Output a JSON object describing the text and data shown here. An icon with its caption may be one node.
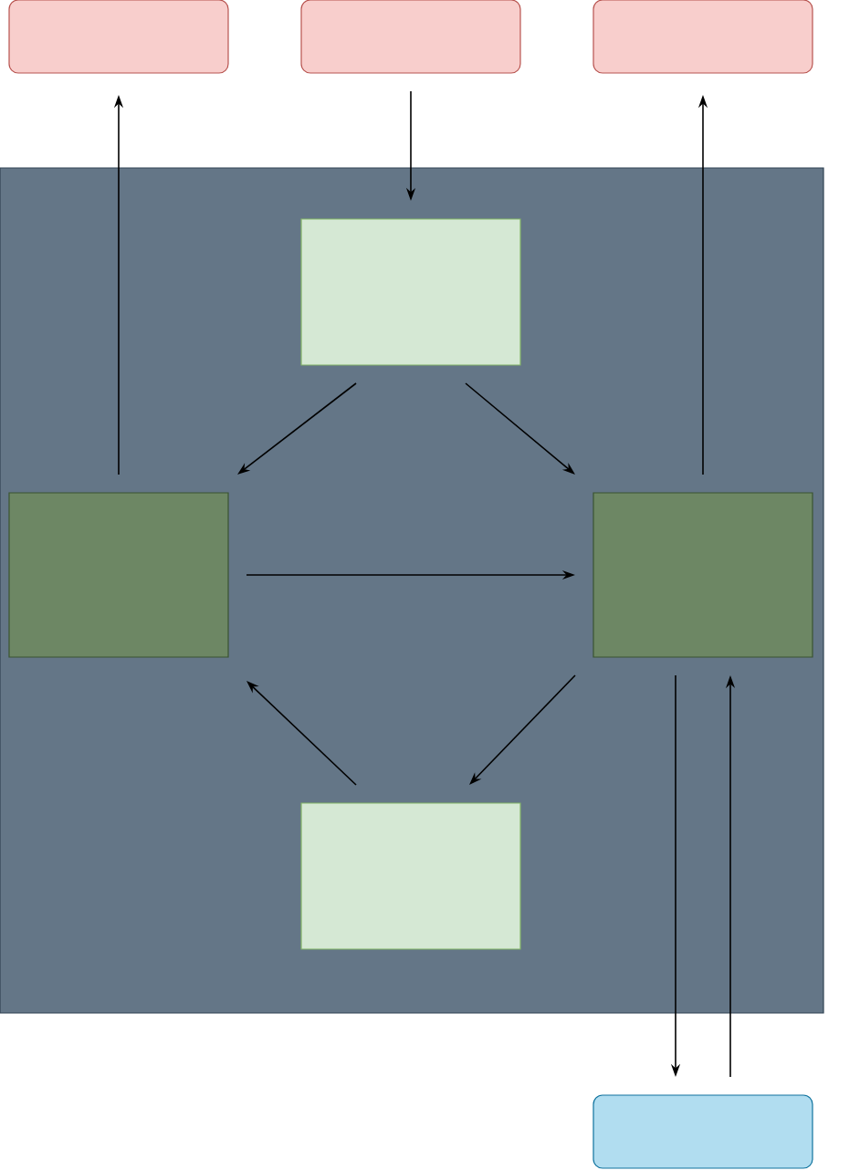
{
  "diagram": {
    "nodes": [
      {
        "text": [],
        "shape": "box"
      },
      {
        "text": [],
        "shape": "box"
      },
      {
        "text": [],
        "shape": "box"
      },
      {
        "text": [],
        "shape": "box"
      },
      {
        "text": [],
        "shape": "box",
        "in": 3
      },
      {
        "text": [],
        "shape": "box",
        "in": 3
      },
      {
        "text": [],
        "shape": "box",
        "in": 3
      },
      {
        "text": [],
        "shape": "box",
        "in": 3
      },
      {
        "text": [],
        "shape": "box"
      }
    ],
    "edges": [
      {
        "from": 5,
        "to": 0,
        "arrow": "to"
      },
      {
        "from": 1,
        "to": 4,
        "arrow": "to"
      },
      {
        "from": 6,
        "to": 2,
        "arrow": "to"
      },
      {
        "from": 4,
        "to": 5,
        "arrow": "to"
      },
      {
        "from": 4,
        "to": 6,
        "arrow": "to"
      },
      {
        "from": 5,
        "to": 6,
        "arrow": "to"
      },
      {
        "from": 6,
        "to": 7,
        "arrow": "to"
      },
      {
        "from": 7,
        "to": 5,
        "arrow": "to"
      },
      {
        "from": 6,
        "to": 8,
        "arrow": "to"
      },
      {
        "from": 8,
        "to": 6,
        "arrow": "to"
      }
    ]
  }
}
